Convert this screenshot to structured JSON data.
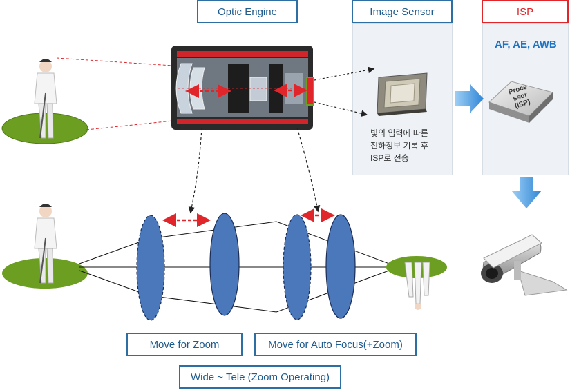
{
  "labels": {
    "optic_engine": "Optic Engine",
    "image_sensor": "Image Sensor",
    "isp": "ISP",
    "af_ae_awb": "AF, AE, AWB",
    "processor_line1": "Proce",
    "processor_line2": "ssor",
    "processor_line3": "(ISP)",
    "sensor_caption_line1": "빛의 입력에 따른",
    "sensor_caption_line2": "전하정보 기록 후",
    "sensor_caption_line3": "ISP로 전송",
    "move_zoom": "Move for Zoom",
    "move_af": "Move for Auto Focus(+Zoom)",
    "wide_tele": "Wide ~ Tele (Zoom Operating)"
  },
  "colors": {
    "box_border": "#2e6fa3",
    "isp_red": "#e0262b",
    "lens_blue": "#4a78ba",
    "grass_green": "#6b9e21",
    "arrow_red": "#e0262b",
    "flow_blue": "#3b8fd8"
  },
  "icons": [
    "golfer-icon",
    "lens-module-icon",
    "sensor-chip-icon",
    "processor-chip-icon",
    "cctv-camera-icon"
  ]
}
